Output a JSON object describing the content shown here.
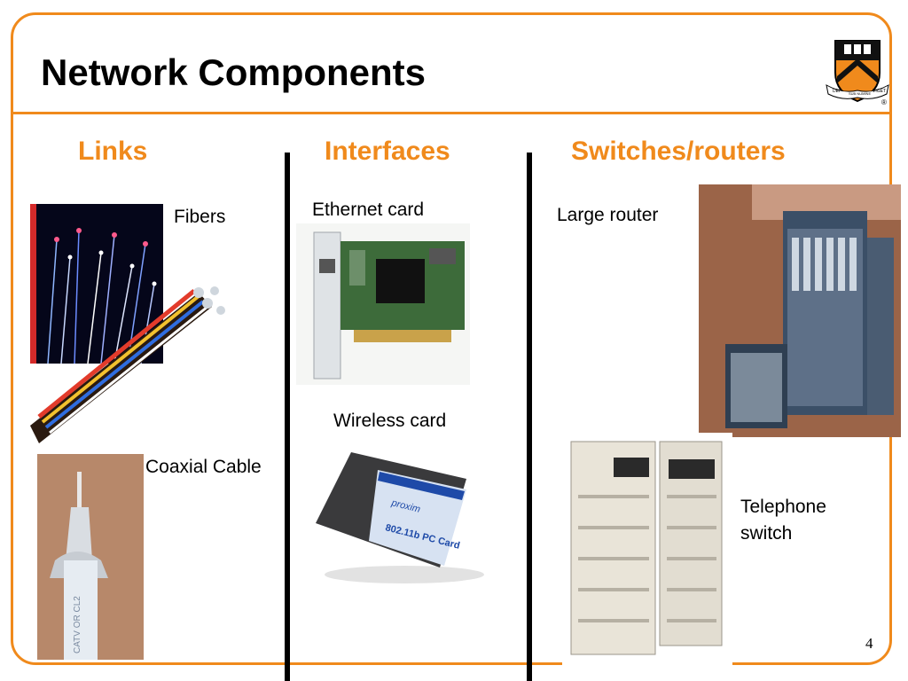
{
  "slide": {
    "title": "Network Components",
    "page_number": "4"
  },
  "columns": [
    {
      "heading": "Links"
    },
    {
      "heading": "Interfaces"
    },
    {
      "heading": "Switches/routers"
    }
  ],
  "links": {
    "fibers_label": "Fibers",
    "coax_label": "Coaxial Cable"
  },
  "interfaces": {
    "ethernet_label": "Ethernet card",
    "wireless_label": "Wireless card",
    "wireless_card_brand": "proxim",
    "wireless_card_text": "802.11b PC Card"
  },
  "switches": {
    "router_label": "Large router",
    "telephone_label_line1": "Telephone",
    "telephone_label_line2": "switch"
  },
  "logo": {
    "motto_left": "DEI",
    "motto_center": "SUB NUMINE",
    "motto_right": "VIGET",
    "registered": "®"
  },
  "colors": {
    "accent": "#f08a1c",
    "text": "#000000"
  }
}
